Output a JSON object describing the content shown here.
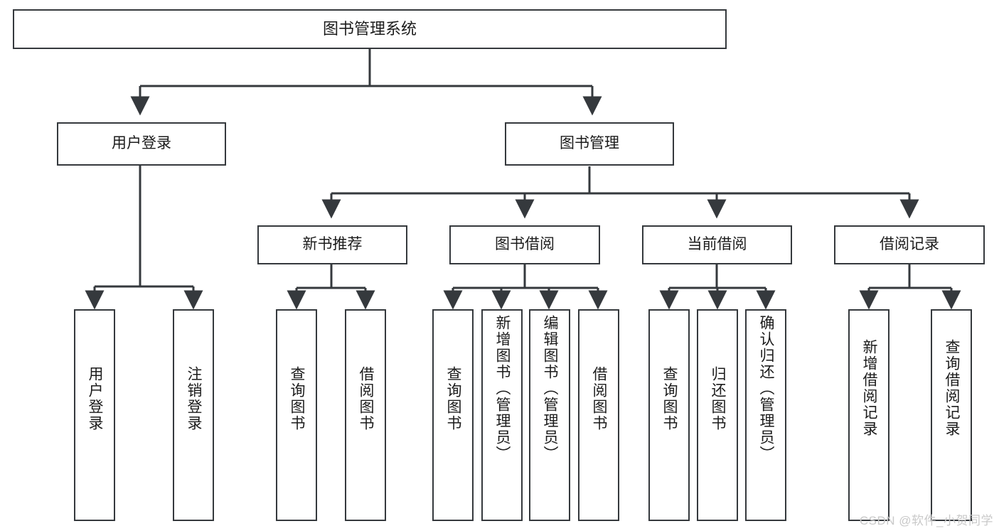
{
  "diagram": {
    "title": "图书管理系统",
    "type": "tree-hierarchy",
    "orientation": "top-down",
    "line_color": "#35393d",
    "box_fill": "#ffffff",
    "text_color": "#1b1b1b",
    "watermark": "CSDN @软件_小贺同学"
  },
  "nodes": {
    "root": {
      "label": "图书管理系统"
    },
    "level2": [
      {
        "id": "user-login",
        "label": "用户登录"
      },
      {
        "id": "book-manage",
        "label": "图书管理"
      }
    ],
    "level3": [
      {
        "id": "new-book-recommend",
        "label": "新书推荐"
      },
      {
        "id": "book-borrow",
        "label": "图书借阅"
      },
      {
        "id": "current-borrow",
        "label": "当前借阅"
      },
      {
        "id": "borrow-record",
        "label": "借阅记录"
      }
    ],
    "leaves": {
      "user-login": [
        {
          "id": "leaf-user-login",
          "label": "用户登录"
        },
        {
          "id": "leaf-logout-login",
          "label": "注销登录"
        }
      ],
      "new-book-recommend": [
        {
          "id": "leaf-query-book-1",
          "label": "查询图书"
        },
        {
          "id": "leaf-borrow-book-1",
          "label": "借阅图书"
        }
      ],
      "book-borrow": [
        {
          "id": "leaf-query-book-2",
          "label": "查询图书"
        },
        {
          "id": "leaf-add-book",
          "label": "新增图书（管理员）"
        },
        {
          "id": "leaf-edit-book",
          "label": "编辑图书（管理员）"
        },
        {
          "id": "leaf-borrow-book-2",
          "label": "借阅图书"
        }
      ],
      "current-borrow": [
        {
          "id": "leaf-query-book-3",
          "label": "查询图书"
        },
        {
          "id": "leaf-return-book",
          "label": "归还图书"
        },
        {
          "id": "leaf-confirm-return",
          "label": "确认归还（管理员）"
        }
      ],
      "borrow-record": [
        {
          "id": "leaf-add-record",
          "label": "新增借阅记录"
        },
        {
          "id": "leaf-query-record",
          "label": "查询借阅记录"
        }
      ]
    }
  }
}
